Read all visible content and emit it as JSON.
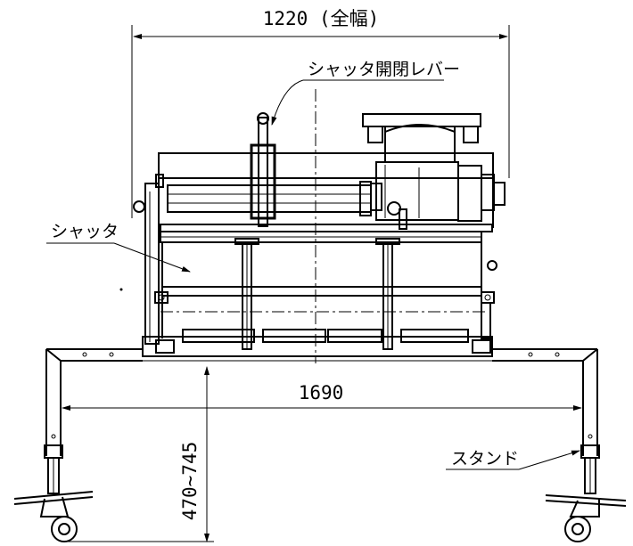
{
  "dimensions": {
    "overall_width": "1220 (全幅)",
    "stand_width": "1690",
    "height_range": "470~745"
  },
  "labels": {
    "shutter_lever": "シャッタ開閉レバー",
    "shutter": "シャッタ",
    "stand": "スタンド"
  }
}
